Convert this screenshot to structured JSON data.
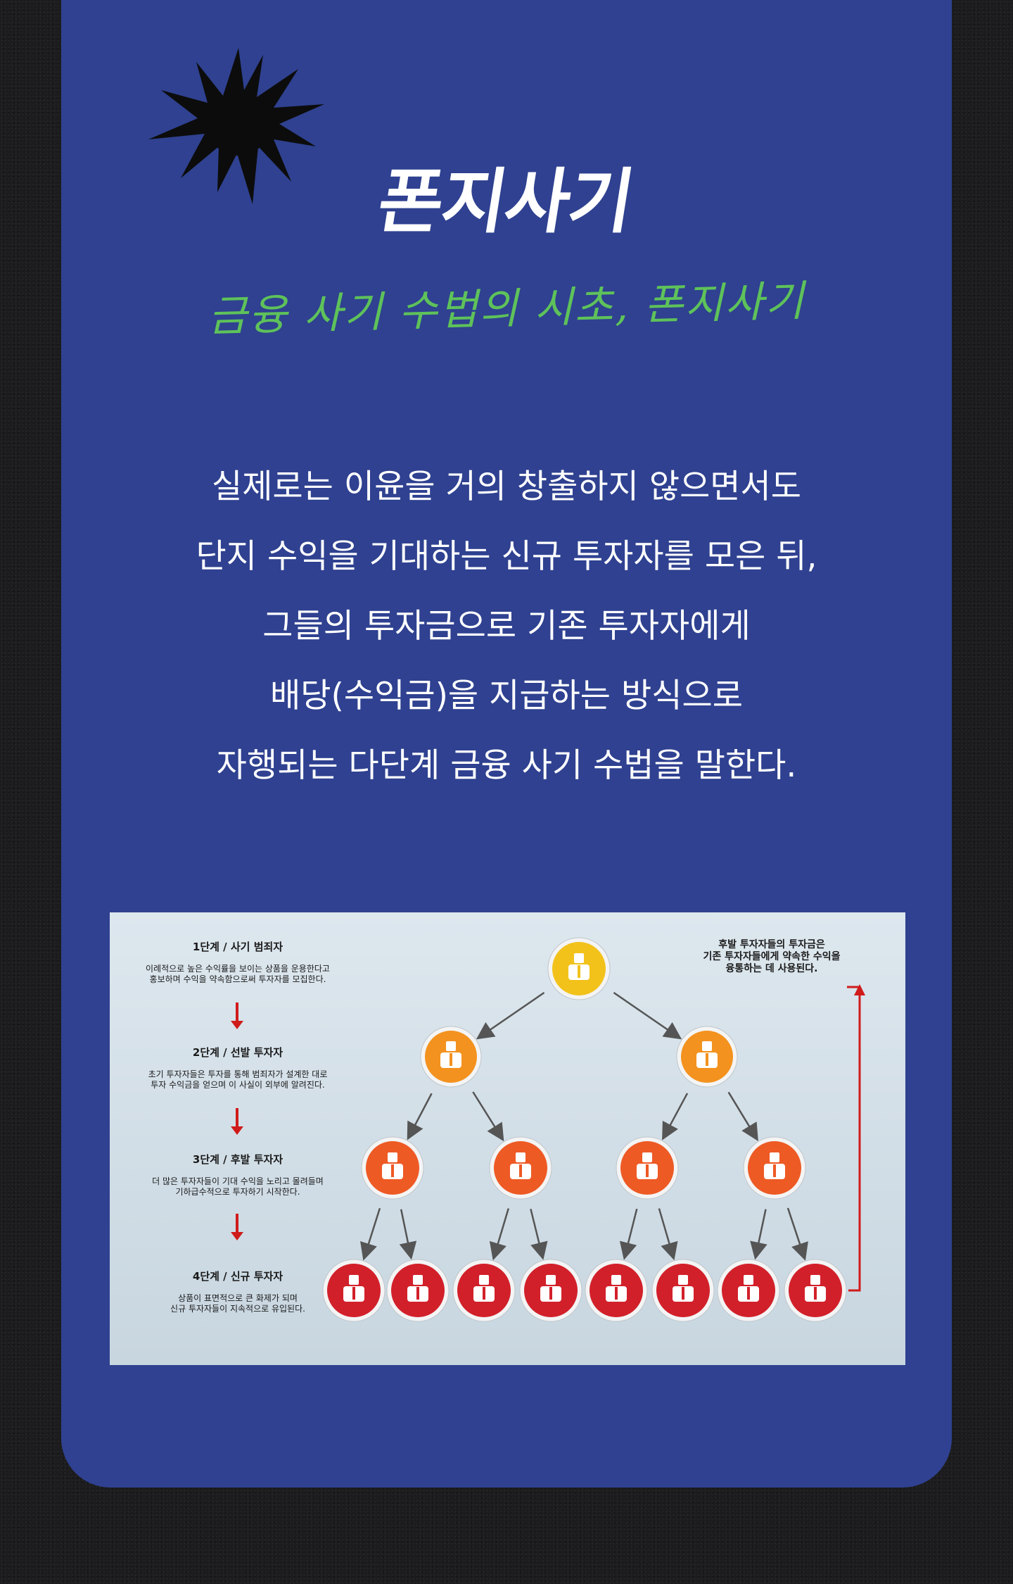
{
  "title": "폰지사기",
  "subtitle": "금융 사기 수법의 시초, 폰지사기",
  "description_lines": [
    "실제로는 이윤을 거의 창출하지 않으면서도",
    "단지 수익을 기대하는 신규 투자자를 모은 뒤,",
    "그들의 투자금으로 기존 투자자에게",
    "배당(수익금)을 지급하는 방식으로",
    "자행되는 다단계 금융 사기 수법을 말한다."
  ],
  "diagram": {
    "stages": [
      {
        "title": "1단계 / 사기 범죄자",
        "desc1": "이례적으로 높은 수익률을 보이는 상품을 운용한다고",
        "desc2": "홍보하며 수익을 약속함으로써 투자자를 모집한다."
      },
      {
        "title": "2단계 / 선발 투자자",
        "desc1": "초기 투자자들은 투자를 통해 범죄자가 설계한 대로",
        "desc2": "투자 수익금을 얻으며 이 사실이 외부에 알려진다."
      },
      {
        "title": "3단계 / 후발 투자자",
        "desc1": "더 많은 투자자들이 기대 수익을 노리고 몰려들며",
        "desc2": "기하급수적으로 투자하기 시작한다."
      },
      {
        "title": "4단계 / 신규 투자자",
        "desc1": "상품이 표면적으로 큰 화제가 되며",
        "desc2": "신규 투자자들이 지속적으로 유입된다."
      }
    ],
    "note_lines": [
      "후발 투자자들의 투자금은",
      "기존 투자자들에게 약속한 수익을",
      "융통하는 데 사용된다."
    ],
    "level_colors": [
      "#f2c21b",
      "#f3921e",
      "#ee5a24",
      "#d2202a"
    ],
    "person_icon": "person-icon"
  }
}
